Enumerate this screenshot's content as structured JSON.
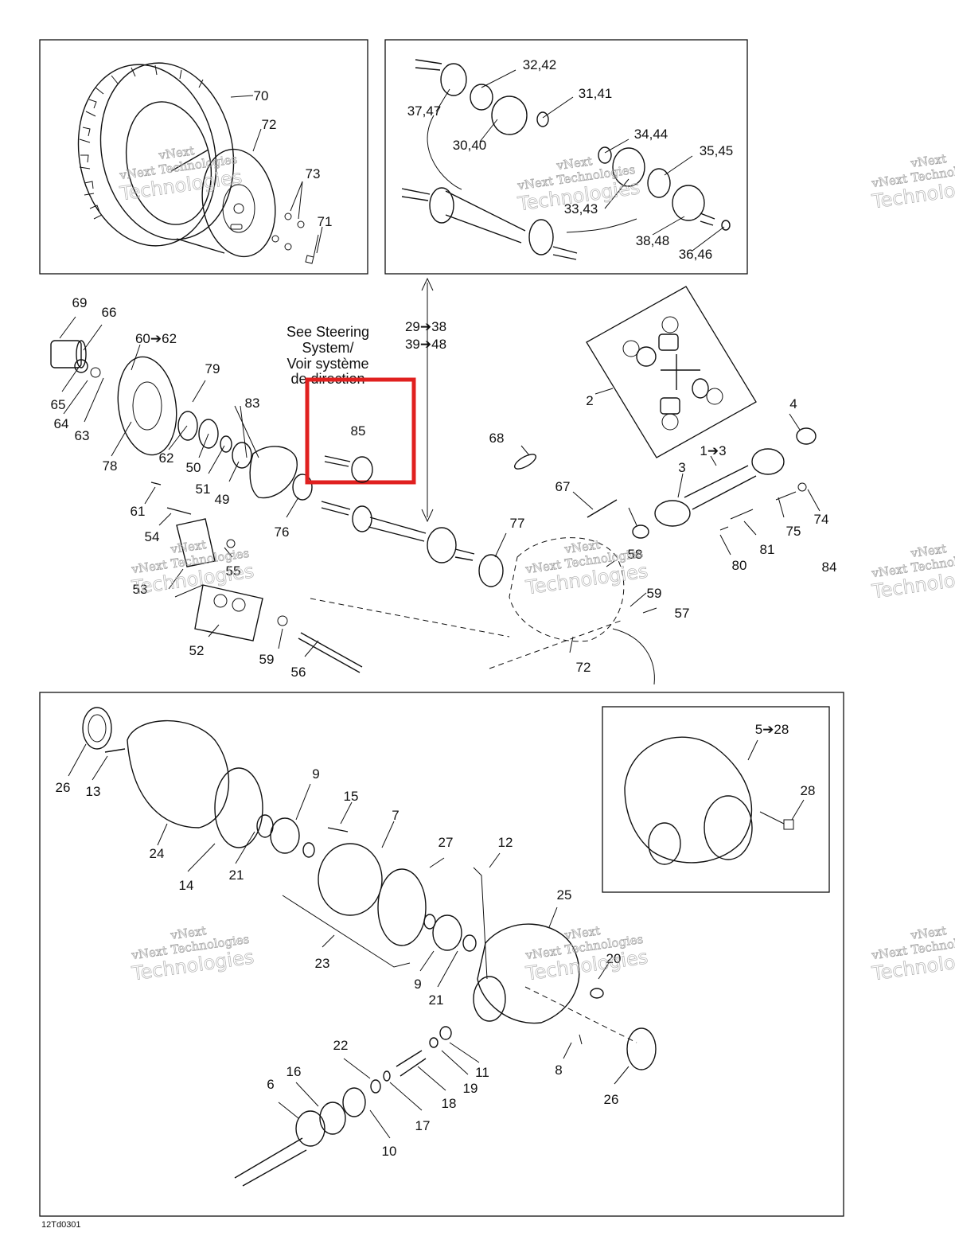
{
  "panels": {
    "wheel": [
      "70",
      "72",
      "73",
      "71"
    ],
    "axle": [
      "32,42",
      "31,41",
      "37,47",
      "30,40",
      "34,44",
      "35,45",
      "33,43",
      "38,48",
      "36,46"
    ],
    "main": [
      "69",
      "66",
      "60➔62",
      "79",
      "65",
      "64",
      "63",
      "78",
      "62",
      "50",
      "51",
      "49",
      "61",
      "54",
      "55",
      "53",
      "52",
      "59",
      "56",
      "76",
      "85",
      "68",
      "67",
      "4",
      "3",
      "1➔3",
      "2",
      "74",
      "75",
      "81",
      "80",
      "58",
      "77",
      "59",
      "57",
      "72",
      "83",
      "84"
    ],
    "differential": [
      "26",
      "13",
      "24",
      "14",
      "21",
      "9",
      "15",
      "7",
      "27",
      "12",
      "23",
      "25",
      "20",
      "9",
      "21",
      "22",
      "16",
      "6",
      "11",
      "19",
      "18",
      "17",
      "10",
      "8",
      "26"
    ],
    "housing": [
      "5➔28",
      "28"
    ]
  },
  "notes": {
    "steering_line1": "See Steering",
    "steering_line2": "System/",
    "steering_line3": "Voir système",
    "steering_line4": "de direction",
    "axle_ref1": "29➔38",
    "axle_ref2": "39➔48"
  },
  "watermark": {
    "line1": "vNext",
    "line2": "vNext Technologies",
    "line3": "Technologies"
  },
  "figure_ref": "12Td0301",
  "highlight_color": "#e0201f"
}
